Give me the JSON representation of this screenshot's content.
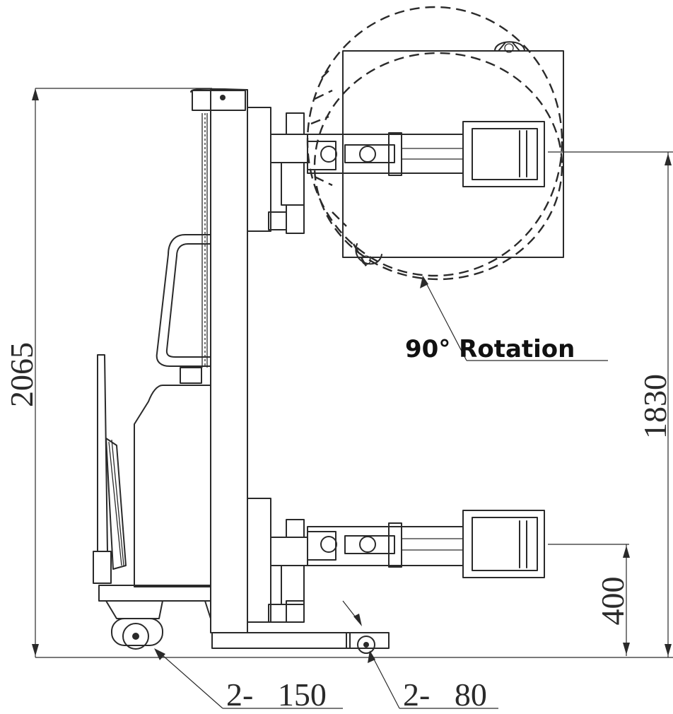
{
  "dimensions": {
    "overall_height": "2065",
    "top_fork_height": "1830",
    "bottom_fork_height": "400",
    "rear_wheel": "2-   150",
    "front_wheel": "2-   80"
  },
  "annotation": {
    "rotation_label": "90° Rotation"
  },
  "colors": {
    "line": "#2a2a2a",
    "background": "#ffffff"
  }
}
